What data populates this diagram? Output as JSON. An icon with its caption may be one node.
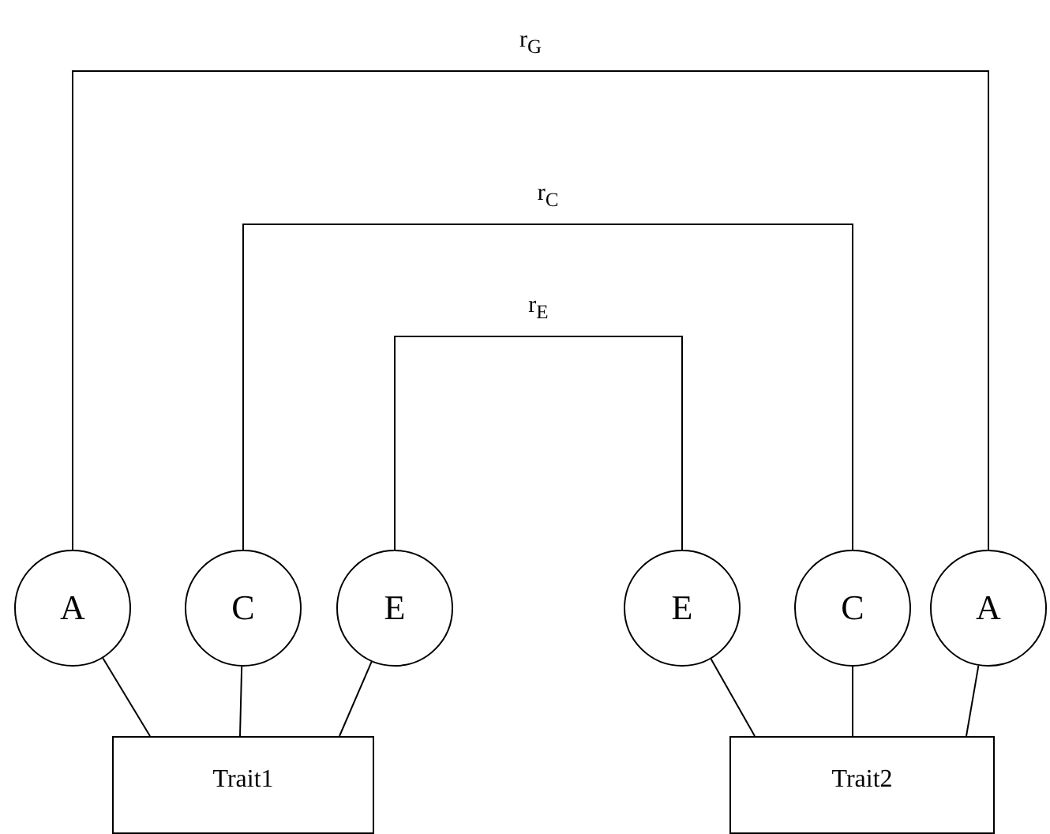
{
  "diagram": {
    "nodes": [
      {
        "text": [
          "A"
        ]
      },
      {
        "text": [
          "C"
        ]
      },
      {
        "text": [
          "E"
        ]
      },
      {
        "text": [
          "E"
        ]
      },
      {
        "text": [
          "C"
        ]
      },
      {
        "text": [
          "A"
        ]
      },
      {
        "text": [
          "Trait1"
        ]
      },
      {
        "text": [
          "Trait2"
        ]
      }
    ],
    "edges": [
      {
        "from": 0,
        "to": 5,
        "arrow": "none",
        "label": "r$_{G}$"
      },
      {
        "from": 1,
        "to": 4,
        "arrow": "none",
        "label": "r$_{C}$"
      },
      {
        "from": 2,
        "to": 3,
        "arrow": "none",
        "label": "r$_{E}$"
      },
      {
        "from": 0,
        "to": 6,
        "arrow": "none"
      },
      {
        "from": 1,
        "to": 6,
        "arrow": "none"
      },
      {
        "from": 2,
        "to": 6,
        "arrow": "none"
      },
      {
        "from": 3,
        "to": 7,
        "arrow": "none"
      },
      {
        "from": 4,
        "to": 7,
        "arrow": "none"
      },
      {
        "from": 5,
        "to": 7,
        "arrow": "none"
      }
    ]
  }
}
